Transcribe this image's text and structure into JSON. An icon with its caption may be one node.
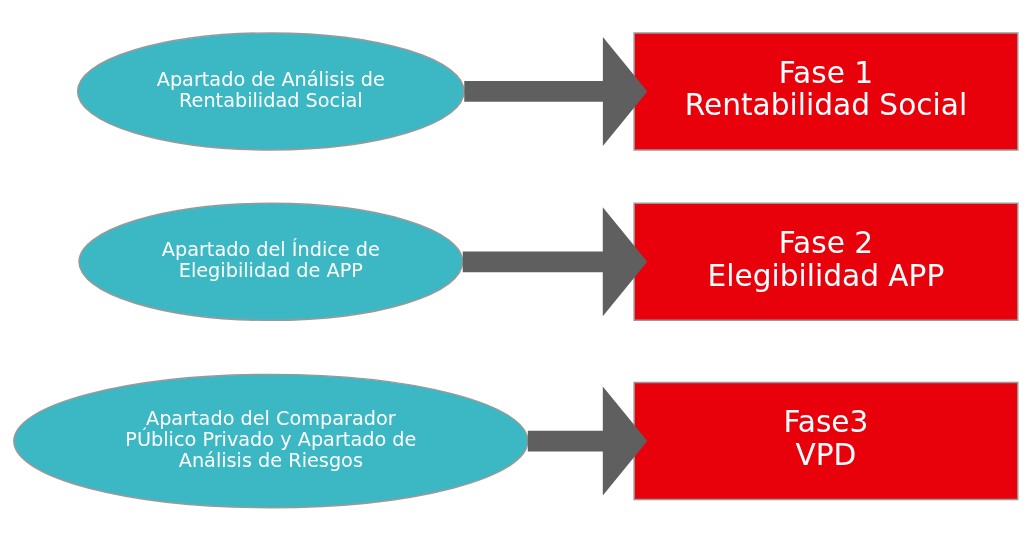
{
  "diagram": {
    "nodes": [
      {
        "text": [
          "Apartado de Análisis de Rentabilidad Social"
        ]
      },
      {
        "text": [
          "Fase 1",
          "Rentabilidad Social"
        ]
      },
      {
        "text": [
          "Apartado del Índice de Elegibilidad de APP"
        ]
      },
      {
        "text": [
          "Fase 2",
          "Elegibilidad APP"
        ]
      },
      {
        "text": [
          "Apartado del Comparador PÚblico Privado y Apartado de Análisis de Riesgos"
        ]
      },
      {
        "text": [
          "Fase3",
          "VPD"
        ]
      }
    ],
    "edges": [
      {
        "from": 0,
        "to": 1,
        "arrow": "to"
      },
      {
        "from": 2,
        "to": 3,
        "arrow": "to"
      },
      {
        "from": 4,
        "to": 5,
        "arrow": "to"
      }
    ]
  }
}
